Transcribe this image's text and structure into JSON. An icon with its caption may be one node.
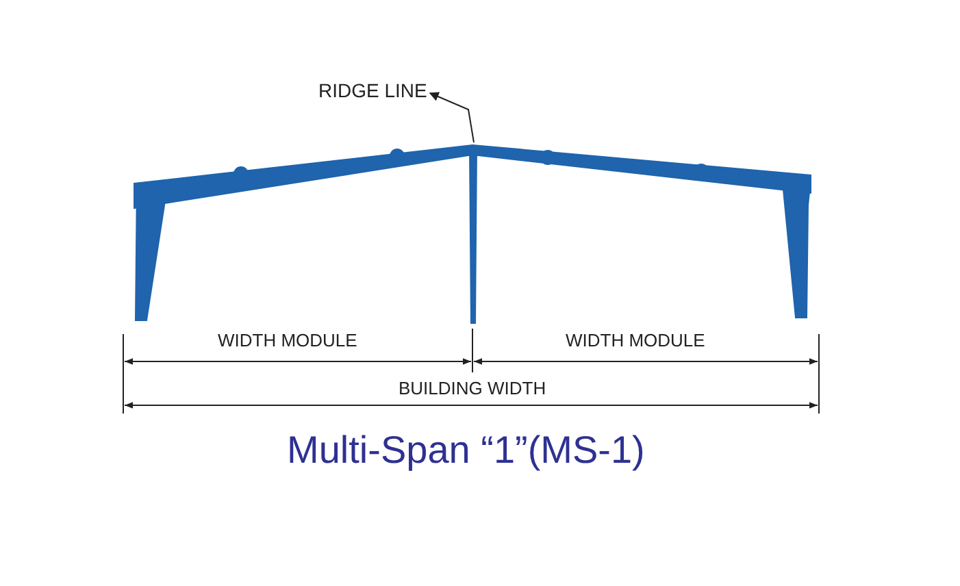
{
  "diagram": {
    "caption": "Multi-Span “1”(MS-1)",
    "nodes": [
      {
        "text": [
          "RIDGE LINE"
        ]
      },
      {
        "text": [],
        "shape": "picture"
      }
    ],
    "edges": [
      {
        "from": 1,
        "to": 0,
        "arrow": "to"
      }
    ],
    "labels": [
      "WIDTH MODULE",
      "WIDTH MODULE",
      "BUILDING WIDTH"
    ]
  }
}
